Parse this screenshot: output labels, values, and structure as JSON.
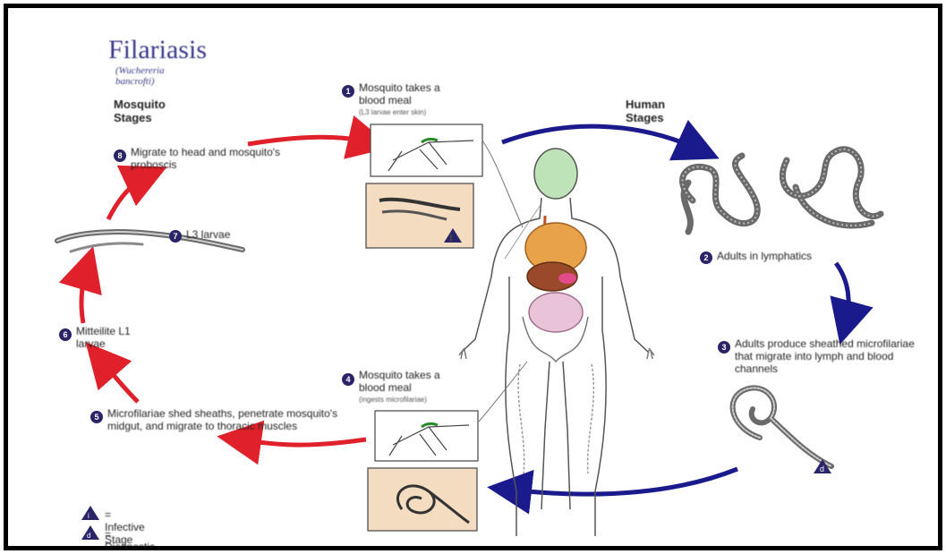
{
  "title": "Filariasis",
  "subtitle": "(Wuchereria bancrofti)",
  "mosquito_header": "Mosquito Stages",
  "human_header": "Human Stages",
  "steps": [
    {
      "n": "1",
      "text": "Mosquito takes a blood meal",
      "note": "(L3 larvae enter skin)"
    },
    {
      "n": "2",
      "text": "Adults in lymphatics"
    },
    {
      "n": "3",
      "text": "Adults produce sheathed microfilariae that migrate into lymph and blood channels"
    },
    {
      "n": "4",
      "text": "Mosquito takes a blood meal",
      "note": "(ingests microfilariae)"
    },
    {
      "n": "5",
      "text": "Microfilariae shed sheaths, penetrate mosquito's midgut, and migrate to thoracic muscles"
    },
    {
      "n": "6",
      "text": "Mitteilite L1 larvae"
    },
    {
      "n": "7",
      "text": "L3 larvae"
    },
    {
      "n": "8",
      "text": "Migrate to head and mosquito's proboscis"
    }
  ],
  "legend": [
    {
      "symbol": "i",
      "text": "= Infective Stage"
    },
    {
      "symbol": "d",
      "text": "= Diagnostic Stage"
    }
  ],
  "colors": {
    "title": "#3a3a8c",
    "mosquito_arrows": "#e0202a",
    "human_arrows": "#1a1a8c",
    "badge": "#2a2468",
    "panel": "#f4dcc0"
  }
}
